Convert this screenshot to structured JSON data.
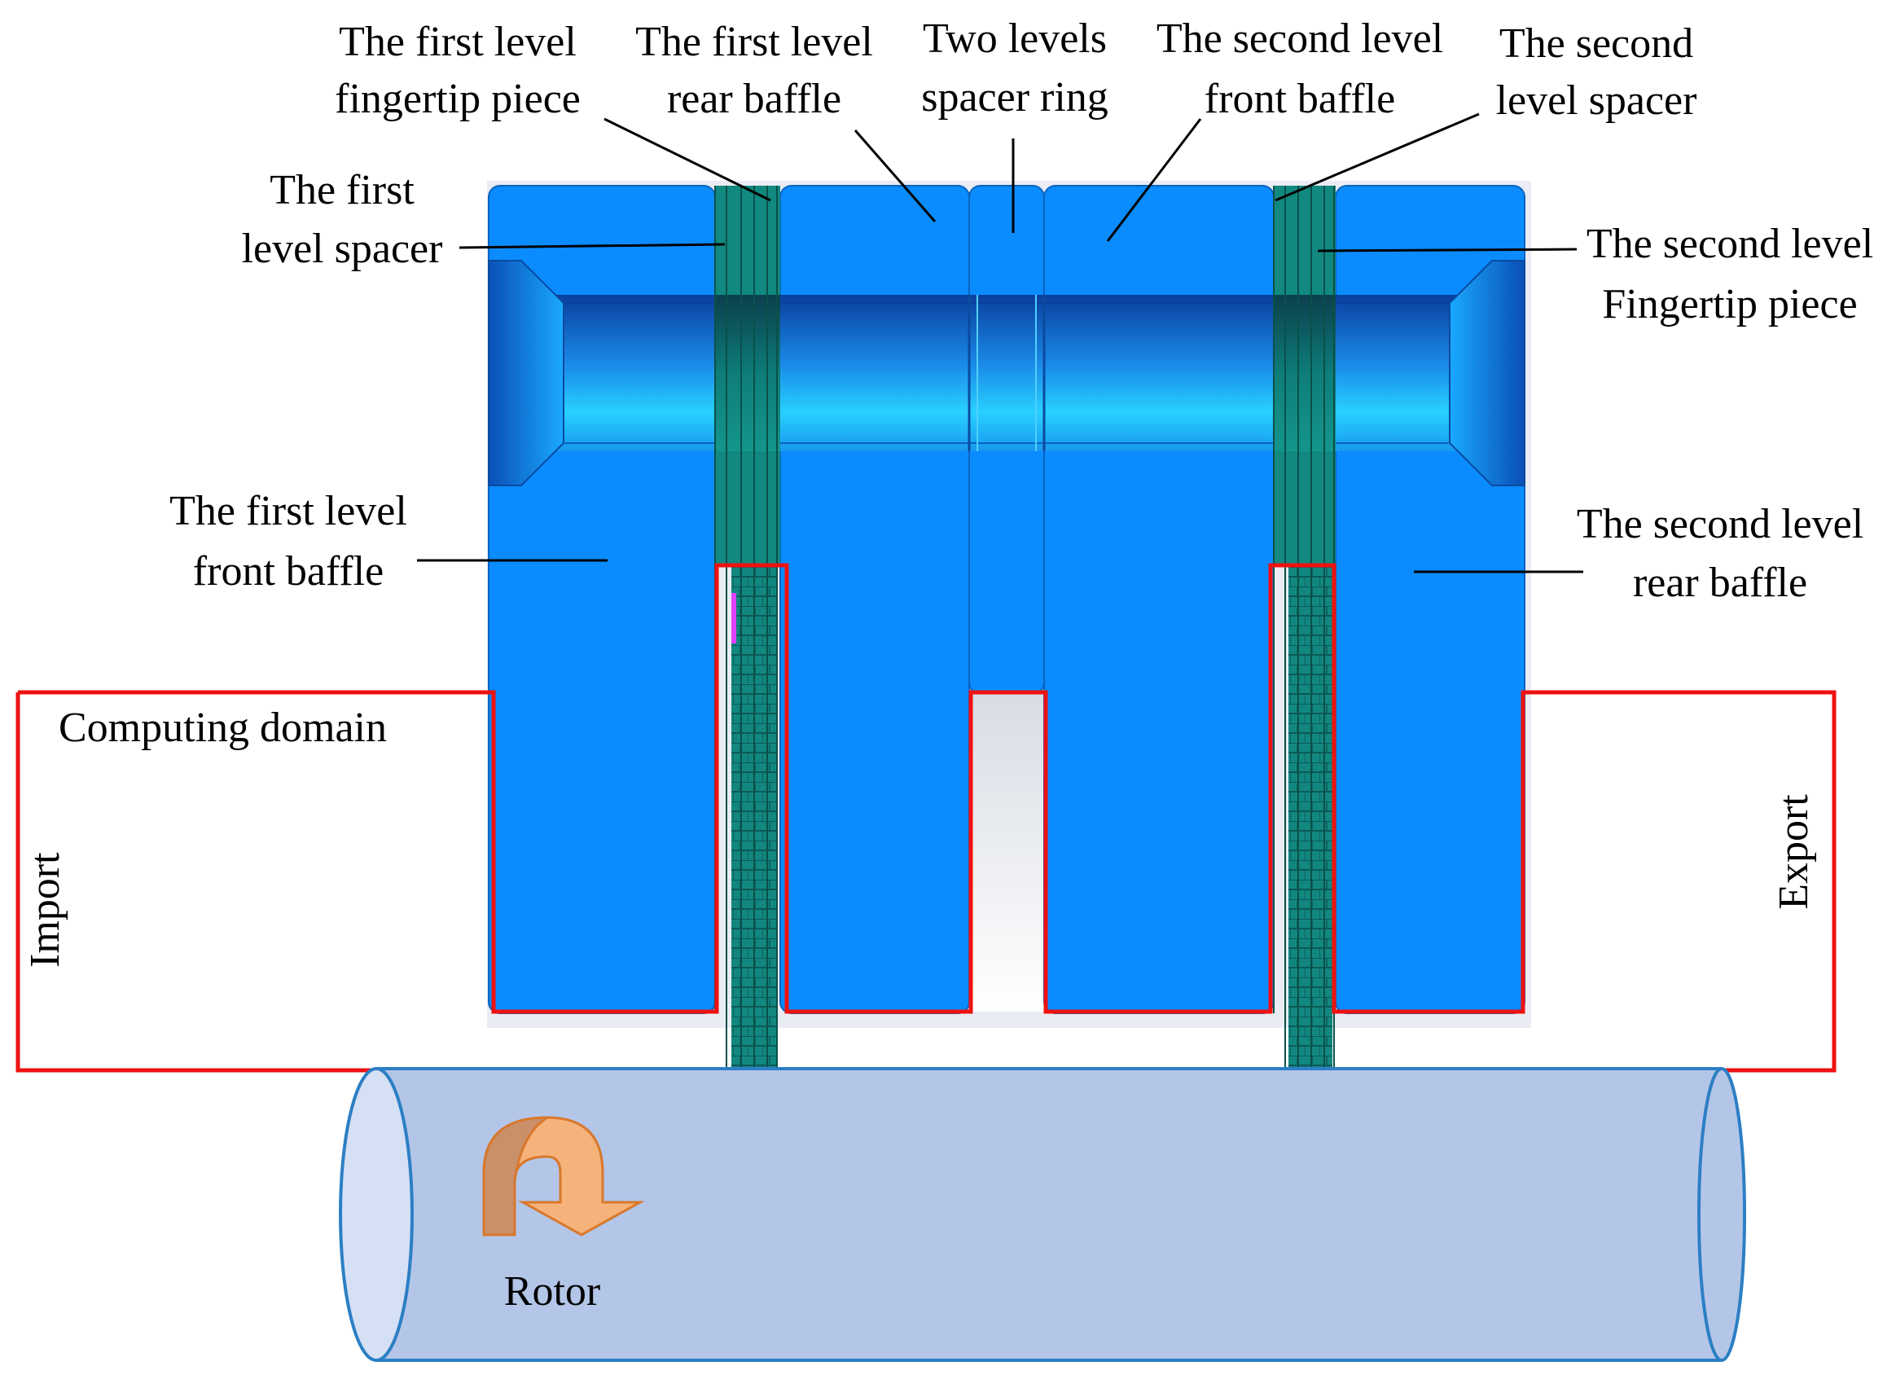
{
  "labels": {
    "first_fingertip": [
      "The first level",
      "fingertip piece"
    ],
    "first_rear_baffle": [
      "The first level",
      "rear baffle"
    ],
    "spacer_ring": [
      "Two levels",
      "spacer ring"
    ],
    "second_front_baffle": [
      "The second level",
      "front baffle"
    ],
    "second_spacer": [
      "The second",
      "level spacer"
    ],
    "first_spacer": [
      "The first",
      "level spacer"
    ],
    "second_fingertip": [
      "The second level",
      "Fingertip piece"
    ],
    "first_front_baffle": [
      "The first level",
      "front baffle"
    ],
    "second_rear_baffle": [
      "The second level",
      "rear baffle"
    ],
    "computing_domain": "Computing domain",
    "import": "Import",
    "export": "Export",
    "rotor": "Rotor"
  },
  "colors": {
    "baffle_blue": "#0a8cff",
    "bore_dark": "#0b52b8",
    "bore_light": "#25c8ff",
    "fingertip_green": "#11897f",
    "domain_red": "#ee1111",
    "rotor_fill": "#b4c6e8",
    "rotor_stroke": "#2c7fc4",
    "arrow_orange": "#f2a060"
  }
}
